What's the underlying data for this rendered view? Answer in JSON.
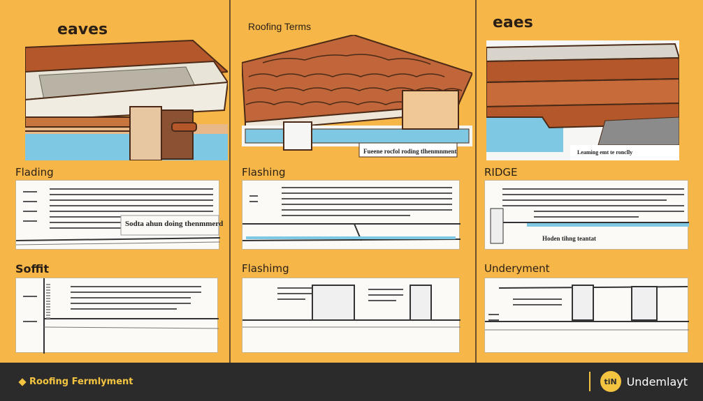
{
  "panels": {
    "left_top_title": "eaves",
    "center_top_title": "Roofing Terms",
    "right_top_title": "eaes",
    "center_top_caption": "Fueene rocfol roding tlhenmnment",
    "right_top_caption": "Leaming emt te ronclly",
    "left_mid_title": "Flading",
    "center_mid_title": "Flashing",
    "right_mid_title": "RIDGE",
    "left_mid_caption": "Sodta ahun doing thenmmerd",
    "right_mid_caption": "Hoden tihng teantat",
    "left_bottom_title": "Soffit",
    "center_bottom_title": "Flashimg",
    "right_bottom_title": "Underyment"
  },
  "footer": {
    "brand": "Roofing Fermlyment",
    "logo_text": "tiN",
    "right_label": "Undemlayt"
  },
  "colors": {
    "background": "#f7b648",
    "footer": "#2b2b2b",
    "accent": "#f4c441"
  }
}
